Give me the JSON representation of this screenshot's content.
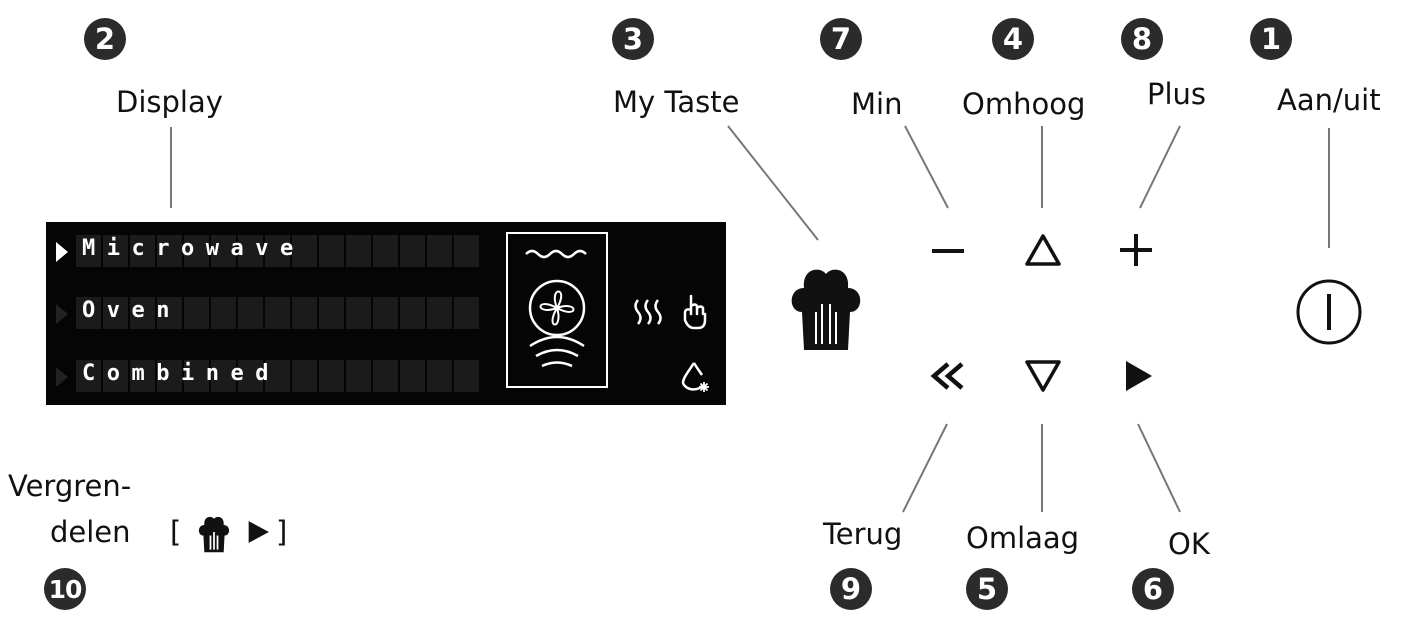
{
  "badges": {
    "display": "2",
    "my_taste": "3",
    "min": "7",
    "up": "4",
    "plus": "8",
    "power": "1",
    "back": "9",
    "down": "5",
    "ok": "6",
    "lock": "10"
  },
  "labels": {
    "display": "Display",
    "my_taste": "My Taste",
    "min": "Min",
    "up": "Omhoog",
    "plus": "Plus",
    "power": "Aan/uit",
    "back": "Terug",
    "down": "Omlaag",
    "ok": "OK",
    "lock_line1": "Vergren-",
    "lock_line2": "delen",
    "lock_bracket_open": "[",
    "lock_bracket_close": "]"
  },
  "display_menu": {
    "items": [
      "Microwave",
      "Oven",
      "Combined"
    ],
    "selected": "Microwave"
  },
  "icons": {
    "minus": "minus-icon",
    "up": "triangle-up-icon",
    "plus": "plus-icon",
    "power": "power-icon",
    "back": "double-chevron-left-icon",
    "down": "triangle-down-icon",
    "ok": "play-icon",
    "my_taste": "chef-hat-icon",
    "microwave": "microwave-fan-icon",
    "steam": "steam-icon",
    "touch": "touch-hand-icon",
    "water": "water-drop-icon"
  }
}
